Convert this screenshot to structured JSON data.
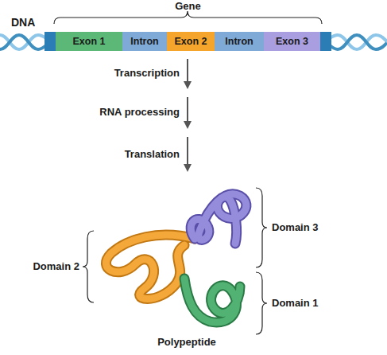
{
  "diagram": {
    "nodes": [
      {
        "text": [
          "Gene"
        ]
      },
      {
        "text": [
          "Exon 1"
        ],
        "in": 0
      },
      {
        "text": [
          "Intron"
        ],
        "in": 0
      },
      {
        "text": [
          "Exon 2"
        ],
        "in": 0
      },
      {
        "text": [
          "Intron"
        ],
        "in": 0
      },
      {
        "text": [
          "Exon 3"
        ],
        "in": 0
      },
      {
        "text": [
          "Polypeptide"
        ]
      }
    ],
    "labels": [
      "DNA",
      "Transcription",
      "RNA processing",
      "Translation",
      "Domain 3",
      "Domain 2",
      "Domain 1"
    ]
  }
}
